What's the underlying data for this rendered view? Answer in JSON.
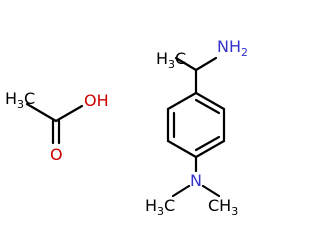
{
  "colors": {
    "carbon": "#000000",
    "nitrogen": "#3333cc",
    "oxygen": "#cc0000",
    "background": "#ffffff"
  },
  "acetic_acid": {
    "methyl": {
      "main": "H",
      "sub": "3",
      "tail": "C"
    },
    "hydroxyl": "OH",
    "carbonyl_o": "O"
  },
  "amine": {
    "methyl": {
      "main": "H",
      "sub": "3",
      "tail": "C"
    },
    "amino": {
      "main": "NH",
      "sub": "2"
    },
    "dimethylamino": {
      "n": "N",
      "left_methyl": {
        "main": "H",
        "sub": "3",
        "tail": "C"
      },
      "right_methyl": {
        "main": "CH",
        "sub": "3"
      }
    }
  }
}
